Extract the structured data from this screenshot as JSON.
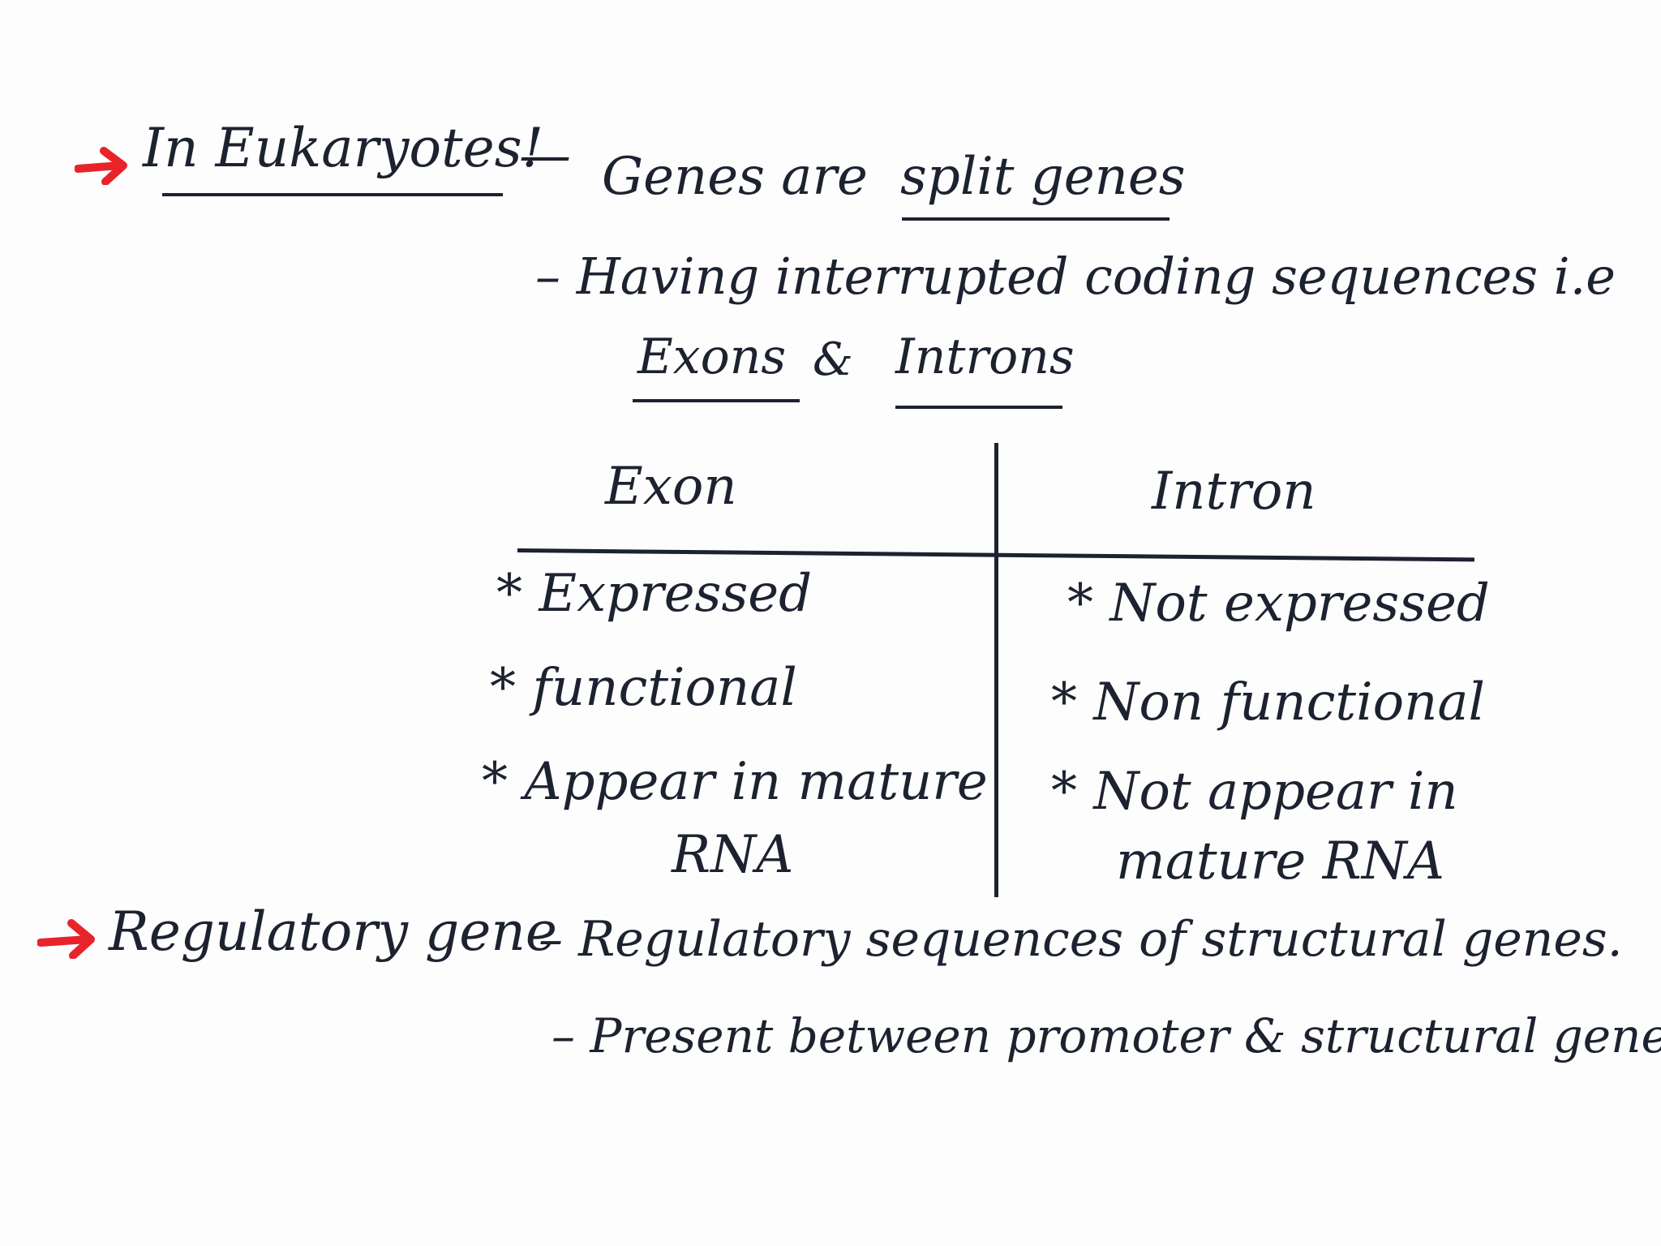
{
  "accent_color": "#e8232a",
  "ink_color": "#1d2230",
  "heading1": {
    "icon": "red-arrow-icon",
    "label": "In Eukaryotes!",
    "dash": "—",
    "line1_pre": "Genes are",
    "line1_underlined": "split genes",
    "line2": "– Having interrupted coding sequences i.e",
    "line3_exons": "Exons",
    "line3_amp": "&",
    "line3_introns": "Introns"
  },
  "table": {
    "col1_header": "Exon",
    "col2_header": "Intron",
    "exon_items": [
      "* Expressed",
      "* functional",
      "* Appear in mature"
    ],
    "exon_item3_cont": "RNA",
    "intron_items": [
      "* Not expressed",
      "* Non functional",
      "* Not appear in"
    ],
    "intron_item3_cont": "mature RNA"
  },
  "heading2": {
    "icon": "red-arrow-icon",
    "label": "Regulatory gene",
    "line1": "– Regulatory sequences of structural genes.",
    "line2": "– Present between promoter & structural gene"
  }
}
